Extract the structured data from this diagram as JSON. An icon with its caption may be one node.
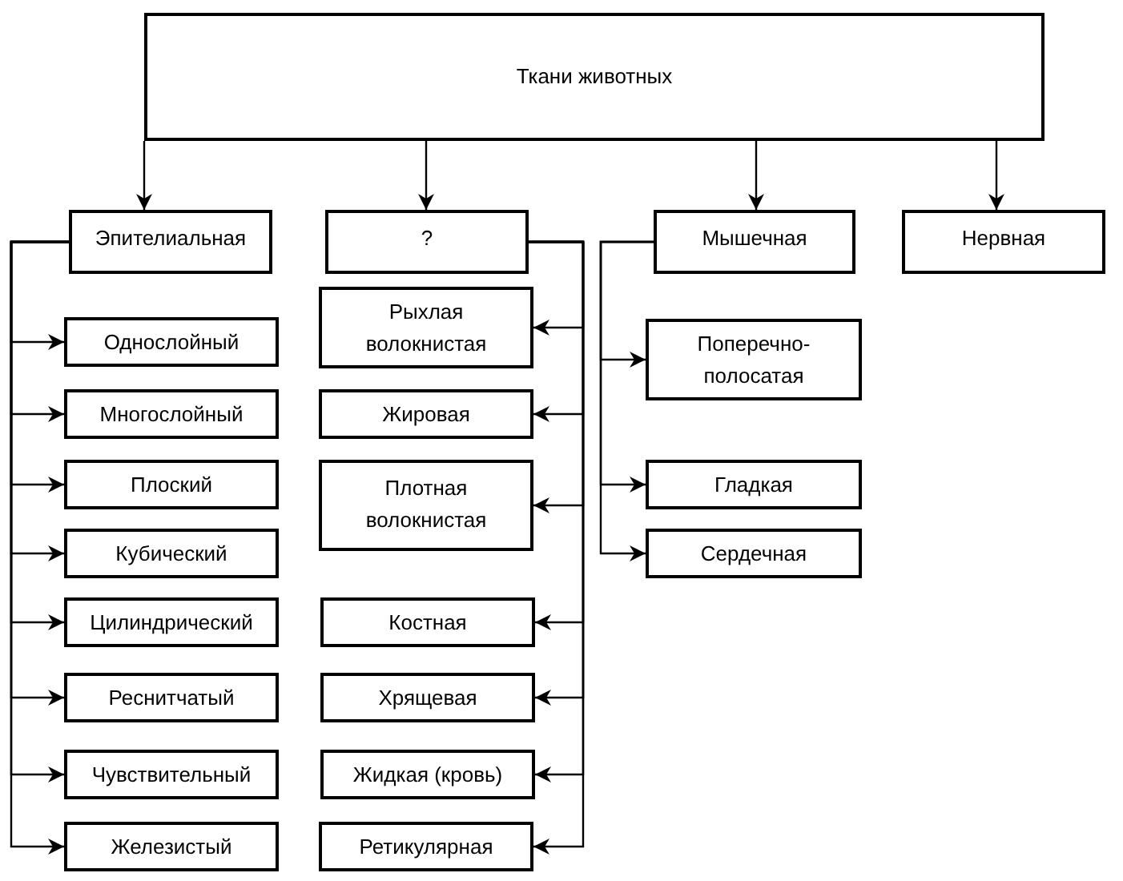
{
  "diagram": {
    "nodes": [
      {
        "text": [
          "Ткани животных"
        ]
      },
      {
        "text": [
          "Эпителиальная"
        ]
      },
      {
        "text": [
          "?"
        ]
      },
      {
        "text": [
          "Мышечная"
        ]
      },
      {
        "text": [
          "Нервная"
        ]
      },
      {
        "text": [
          "Однослойный"
        ]
      },
      {
        "text": [
          "Многослойный"
        ]
      },
      {
        "text": [
          "Плоский"
        ]
      },
      {
        "text": [
          "Кубический"
        ]
      },
      {
        "text": [
          "Цилиндрический"
        ]
      },
      {
        "text": [
          "Реснитчатый"
        ]
      },
      {
        "text": [
          "Чувствительный"
        ]
      },
      {
        "text": [
          "Железистый"
        ]
      },
      {
        "text": [
          "Рыхлая волокнистая"
        ]
      },
      {
        "text": [
          "Жировая"
        ]
      },
      {
        "text": [
          "Плотная волокнистая"
        ]
      },
      {
        "text": [
          "Костная"
        ]
      },
      {
        "text": [
          "Хрящевая"
        ]
      },
      {
        "text": [
          "Жидкая (кровь)"
        ]
      },
      {
        "text": [
          "Ретикулярная"
        ]
      },
      {
        "text": [
          "Поперечно-полосатая"
        ]
      },
      {
        "text": [
          "Гладкая"
        ]
      },
      {
        "text": [
          "Сердечная"
        ]
      }
    ],
    "edges": [
      {
        "from": 0,
        "to": 1,
        "arrow": "to"
      },
      {
        "from": 0,
        "to": 2,
        "arrow": "to"
      },
      {
        "from": 0,
        "to": 3,
        "arrow": "to"
      },
      {
        "from": 0,
        "to": 4,
        "arrow": "to"
      },
      {
        "from": 1,
        "to": 5,
        "arrow": "to"
      },
      {
        "from": 1,
        "to": 6,
        "arrow": "to"
      },
      {
        "from": 1,
        "to": 7,
        "arrow": "to"
      },
      {
        "from": 1,
        "to": 8,
        "arrow": "to"
      },
      {
        "from": 1,
        "to": 9,
        "arrow": "to"
      },
      {
        "from": 1,
        "to": 10,
        "arrow": "to"
      },
      {
        "from": 1,
        "to": 11,
        "arrow": "to"
      },
      {
        "from": 1,
        "to": 12,
        "arrow": "to"
      },
      {
        "from": 2,
        "to": 13,
        "arrow": "to"
      },
      {
        "from": 2,
        "to": 14,
        "arrow": "to"
      },
      {
        "from": 2,
        "to": 15,
        "arrow": "to"
      },
      {
        "from": 2,
        "to": 16,
        "arrow": "to"
      },
      {
        "from": 2,
        "to": 17,
        "arrow": "to"
      },
      {
        "from": 2,
        "to": 18,
        "arrow": "to"
      },
      {
        "from": 2,
        "to": 19,
        "arrow": "to"
      },
      {
        "from": 3,
        "to": 20,
        "arrow": "to"
      },
      {
        "from": 3,
        "to": 21,
        "arrow": "to"
      },
      {
        "from": 3,
        "to": 22,
        "arrow": "to"
      }
    ]
  }
}
